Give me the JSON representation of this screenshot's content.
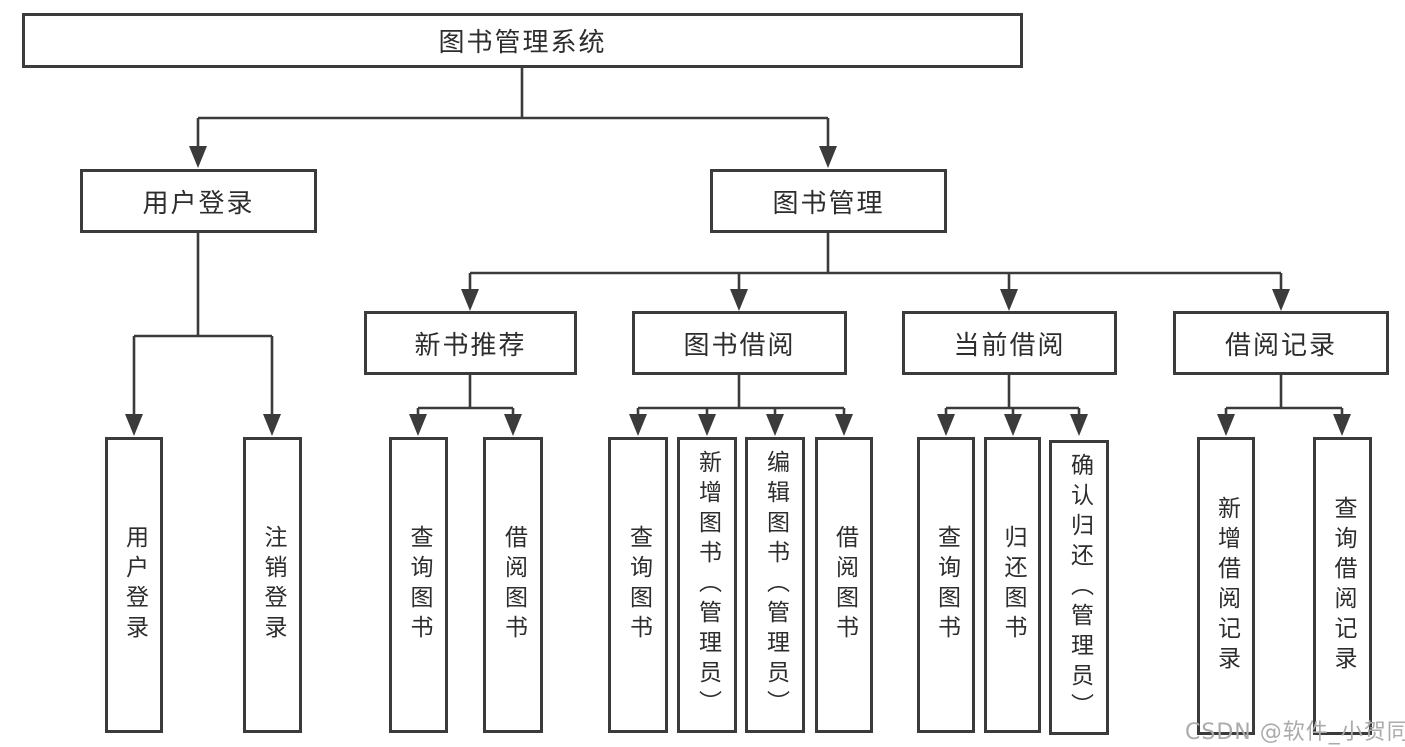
{
  "diagram": {
    "type": "hierarchy-tree",
    "title": "图书管理系统",
    "watermark": "CSDN @软件_小贺同学",
    "colors": {
      "background": "#ffffff",
      "border": "#3b3b3b",
      "line": "#3b3b3b",
      "text": "#2d2d2d",
      "watermark_text": "#ababab"
    }
  },
  "nodes": {
    "system": {
      "label": "图书管理系统"
    },
    "user_login": {
      "label": "用户登录"
    },
    "book_mgmt": {
      "label": "图书管理"
    },
    "new_book_rec": {
      "label": "新书推荐"
    },
    "book_borrow": {
      "label": "图书借阅"
    },
    "current_borrow": {
      "label": "当前借阅"
    },
    "borrow_records": {
      "label": "借阅记录"
    },
    "v_user_login": {
      "label": "用户登录"
    },
    "v_logout": {
      "label": "注销登录"
    },
    "v_query_book_1": {
      "label": "查询图书"
    },
    "v_borrow_book_1": {
      "label": "借阅图书"
    },
    "v_query_book_2": {
      "label": "查询图书"
    },
    "v_add_book": {
      "label": "新增图书（管理员）"
    },
    "v_edit_book": {
      "label": "编辑图书（管理员）"
    },
    "v_borrow_book_2": {
      "label": "借阅图书"
    },
    "v_query_book_3": {
      "label": "查询图书"
    },
    "v_return_book": {
      "label": "归还图书"
    },
    "v_confirm_return": {
      "label": "确认归还（管理员）"
    },
    "v_add_record": {
      "label": "新增借阅记录"
    },
    "v_query_record": {
      "label": "查询借阅记录"
    }
  },
  "edges": [
    {
      "from": "system",
      "to": [
        "user_login",
        "book_mgmt"
      ]
    },
    {
      "from": "user_login",
      "to": [
        "v_user_login",
        "v_logout"
      ]
    },
    {
      "from": "book_mgmt",
      "to": [
        "new_book_rec",
        "book_borrow",
        "current_borrow",
        "borrow_records"
      ]
    },
    {
      "from": "new_book_rec",
      "to": [
        "v_query_book_1",
        "v_borrow_book_1"
      ]
    },
    {
      "from": "book_borrow",
      "to": [
        "v_query_book_2",
        "v_add_book",
        "v_edit_book",
        "v_borrow_book_2"
      ]
    },
    {
      "from": "current_borrow",
      "to": [
        "v_query_book_3",
        "v_return_book",
        "v_confirm_return"
      ]
    },
    {
      "from": "borrow_records",
      "to": [
        "v_add_record",
        "v_query_record"
      ]
    }
  ]
}
